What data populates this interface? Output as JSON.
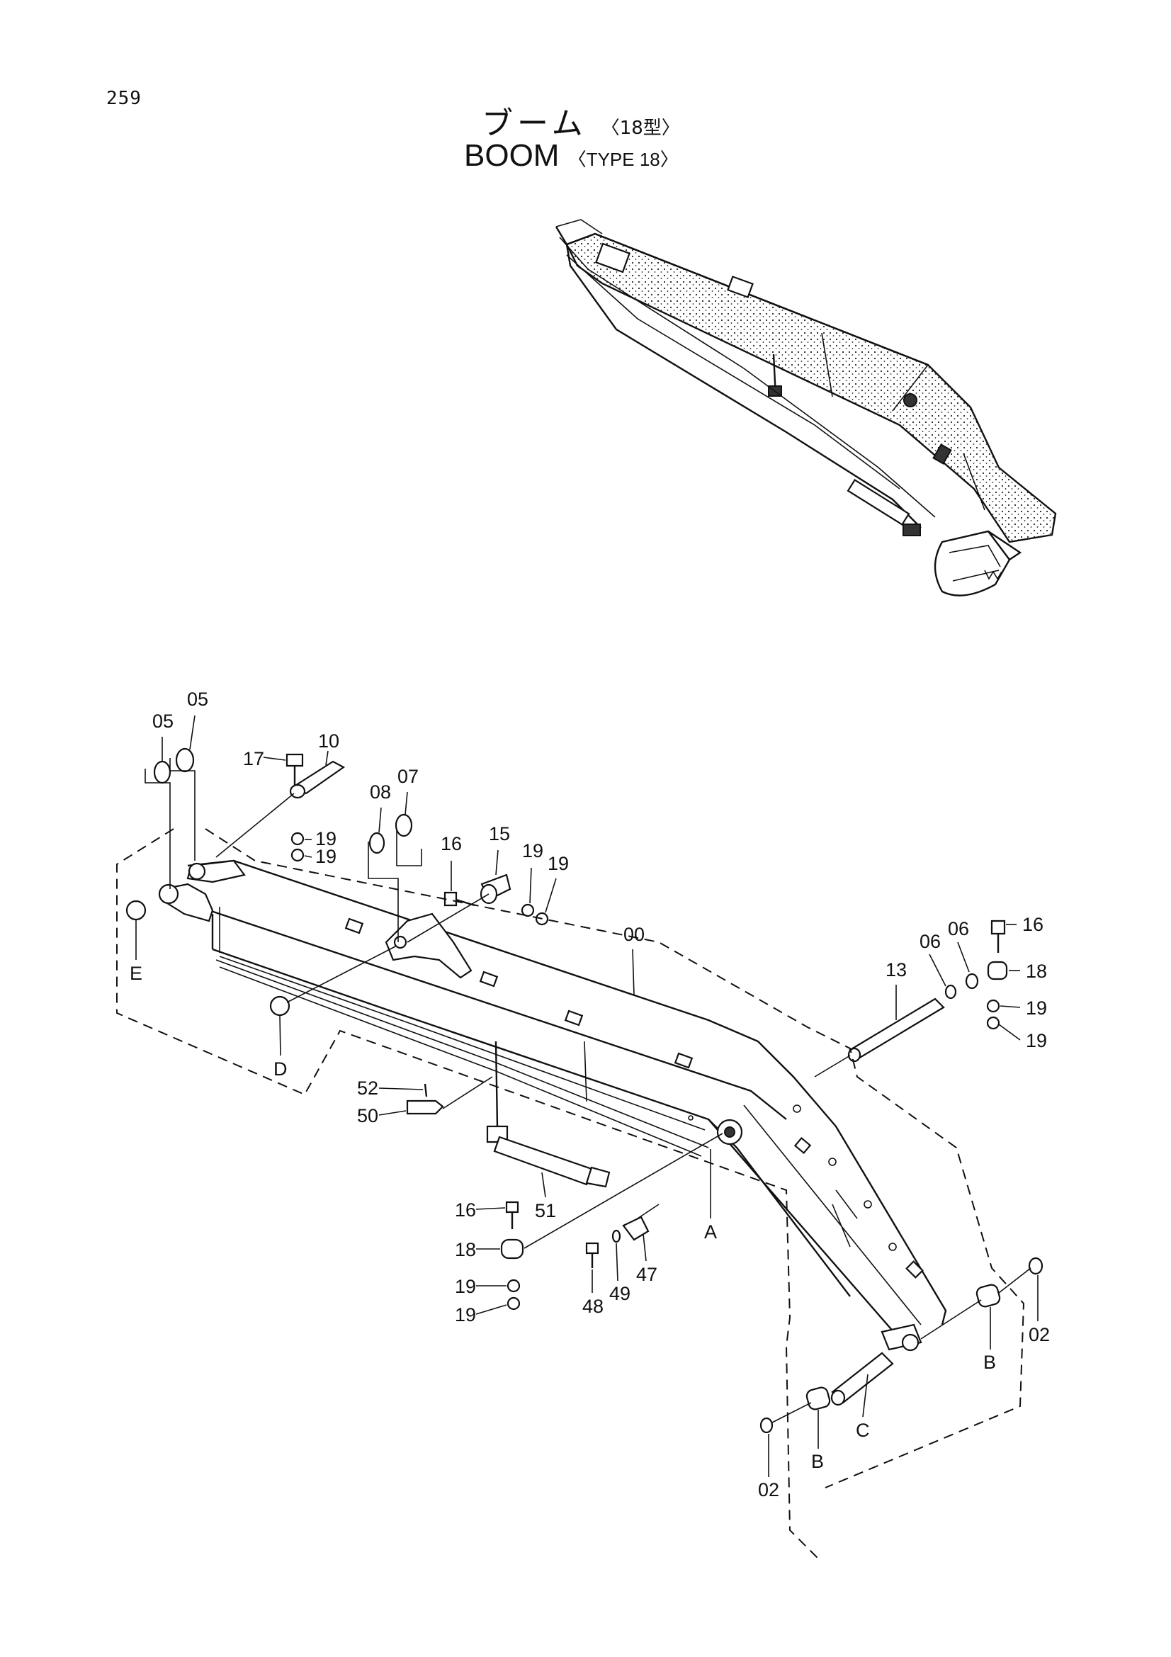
{
  "page_number": "259",
  "title_jp": "ブーム",
  "title_jp_sub": "〈18型〉",
  "title_en": "BOOM",
  "title_en_sub": "〈TYPE 18〉",
  "callouts": {
    "c05a": "05",
    "c05b": "05",
    "c17": "17",
    "c10": "10",
    "c08": "08",
    "c07": "07",
    "c16a": "16",
    "c15": "15",
    "c19a": "19",
    "c19b": "19",
    "c19c": "19",
    "c19d": "19",
    "c00": "00",
    "c16b": "16",
    "c06a": "06",
    "c06b": "06",
    "c13": "13",
    "c18a": "18",
    "c19e": "19",
    "c19f": "19",
    "cE": "E",
    "cD": "D",
    "c52": "52",
    "c50": "50",
    "c51": "51",
    "cA": "A",
    "c16c": "16",
    "c18b": "18",
    "c19g": "19",
    "c19h": "19",
    "c48": "48",
    "c49": "49",
    "c47": "47",
    "cB1": "B",
    "cB2": "B",
    "c02a": "02",
    "c02b": "02",
    "cC": "C"
  }
}
